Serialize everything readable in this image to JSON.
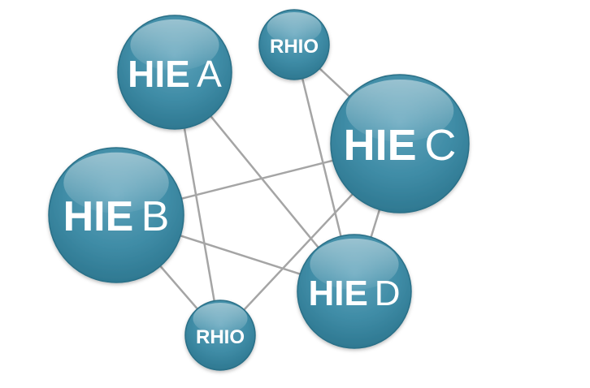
{
  "nodes": [
    {
      "id": "hie-a",
      "prefix": "HIE",
      "suffix": "A"
    },
    {
      "id": "rhio-top",
      "prefix": "RHIO",
      "suffix": ""
    },
    {
      "id": "hie-c",
      "prefix": "HIE",
      "suffix": "C"
    },
    {
      "id": "hie-b",
      "prefix": "HIE",
      "suffix": "B"
    },
    {
      "id": "hie-d",
      "prefix": "HIE",
      "suffix": "D"
    },
    {
      "id": "rhio-bottom",
      "prefix": "RHIO",
      "suffix": ""
    }
  ],
  "edges": [
    [
      "hie-a",
      "rhio-bottom"
    ],
    [
      "hie-a",
      "hie-d"
    ],
    [
      "rhio-top",
      "hie-c"
    ],
    [
      "rhio-top",
      "hie-d"
    ],
    [
      "hie-b",
      "hie-c"
    ],
    [
      "hie-b",
      "hie-d"
    ],
    [
      "hie-b",
      "rhio-bottom"
    ],
    [
      "hie-c",
      "rhio-bottom"
    ],
    [
      "hie-c",
      "hie-d"
    ]
  ],
  "colors": {
    "node_fill_top": "#6aa8bd",
    "node_fill_mid": "#3f8aa4",
    "node_fill_bottom": "#2f7a94",
    "node_stroke": "#2a6f87",
    "edge": "#a5a5a5",
    "label": "#ffffff"
  }
}
